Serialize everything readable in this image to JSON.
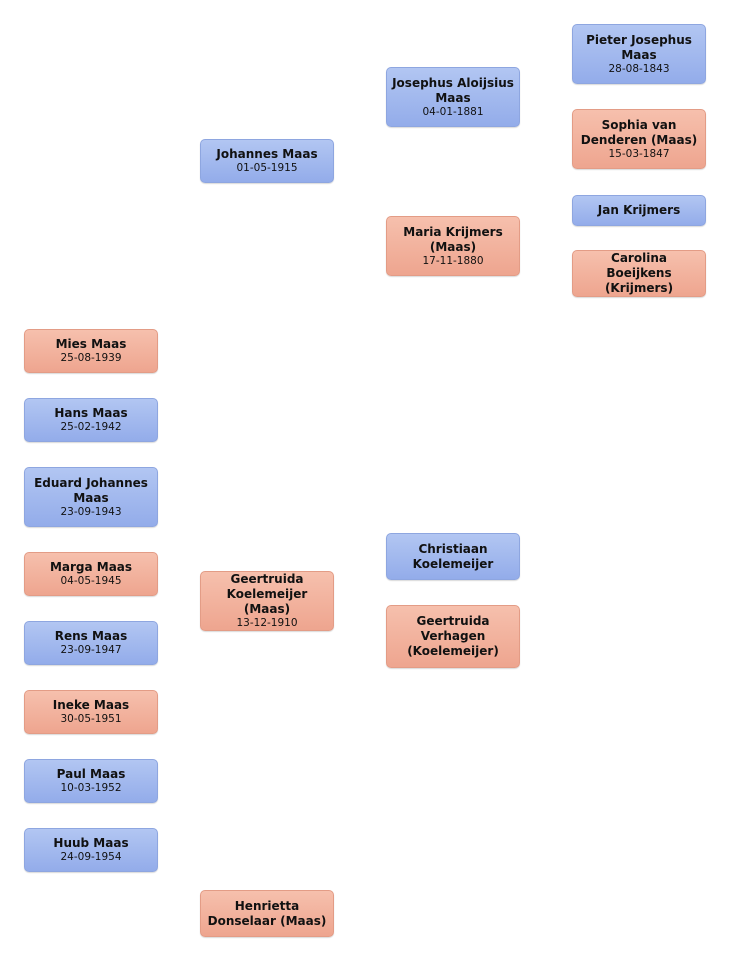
{
  "colors": {
    "male": "#a3b9ef",
    "female": "#f2b39f"
  },
  "people": {
    "pieter_josephus": {
      "name": "Pieter Josephus Maas",
      "date": "28-08-1843"
    },
    "sophia": {
      "name": "Sophia van Denderen (Maas)",
      "date": "15-03-1847"
    },
    "jan_krijmers": {
      "name": "Jan Krijmers",
      "date": ""
    },
    "carolina": {
      "name": "Carolina Boeijkens (Krijmers)",
      "date": ""
    },
    "josephus_aloijsius": {
      "name": "Josephus Aloijsius Maas",
      "date": "04-01-1881"
    },
    "maria_krijmers": {
      "name": "Maria Krijmers (Maas)",
      "date": "17-11-1880"
    },
    "johannes": {
      "name": "Johannes Maas",
      "date": "01-05-1915"
    },
    "christiaan": {
      "name": "Christiaan Koelemeijer",
      "date": ""
    },
    "geertruida_verhagen": {
      "name": "Geertruida Verhagen (Koelemeijer)",
      "date": ""
    },
    "geertruida_koelemeijer": {
      "name": "Geertruida Koelemeijer (Maas)",
      "date": "13-12-1910"
    },
    "henrietta": {
      "name": "Henrietta Donselaar (Maas)",
      "date": ""
    },
    "mies": {
      "name": "Mies Maas",
      "date": "25-08-1939"
    },
    "hans": {
      "name": "Hans Maas",
      "date": "25-02-1942"
    },
    "eduard": {
      "name": "Eduard Johannes Maas",
      "date": "23-09-1943"
    },
    "marga": {
      "name": "Marga Maas",
      "date": "04-05-1945"
    },
    "rens": {
      "name": "Rens Maas",
      "date": "23-09-1947"
    },
    "ineke": {
      "name": "Ineke Maas",
      "date": "30-05-1951"
    },
    "paul": {
      "name": "Paul Maas",
      "date": "10-03-1952"
    },
    "huub": {
      "name": "Huub Maas",
      "date": "24-09-1954"
    }
  }
}
